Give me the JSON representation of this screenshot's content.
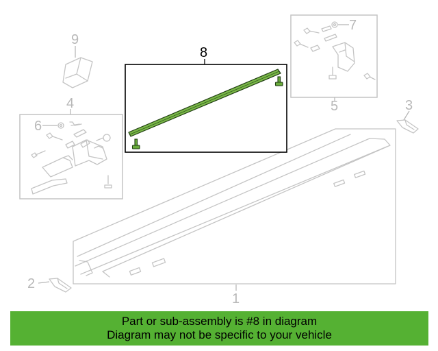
{
  "callouts": {
    "c1": "1",
    "c2": "2",
    "c3": "3",
    "c4": "4",
    "c5": "5",
    "c6": "6",
    "c7": "7",
    "c8": "8",
    "c9": "9"
  },
  "highlighted_part": "8",
  "colors": {
    "highlight_part": "#7ab648",
    "banner_background": "#55b133",
    "diagram_lines": "#c4c4c4"
  },
  "banner": {
    "line1": "Part or sub-assembly is #8 in diagram",
    "line2": "Diagram may not be specific to your vehicle"
  }
}
